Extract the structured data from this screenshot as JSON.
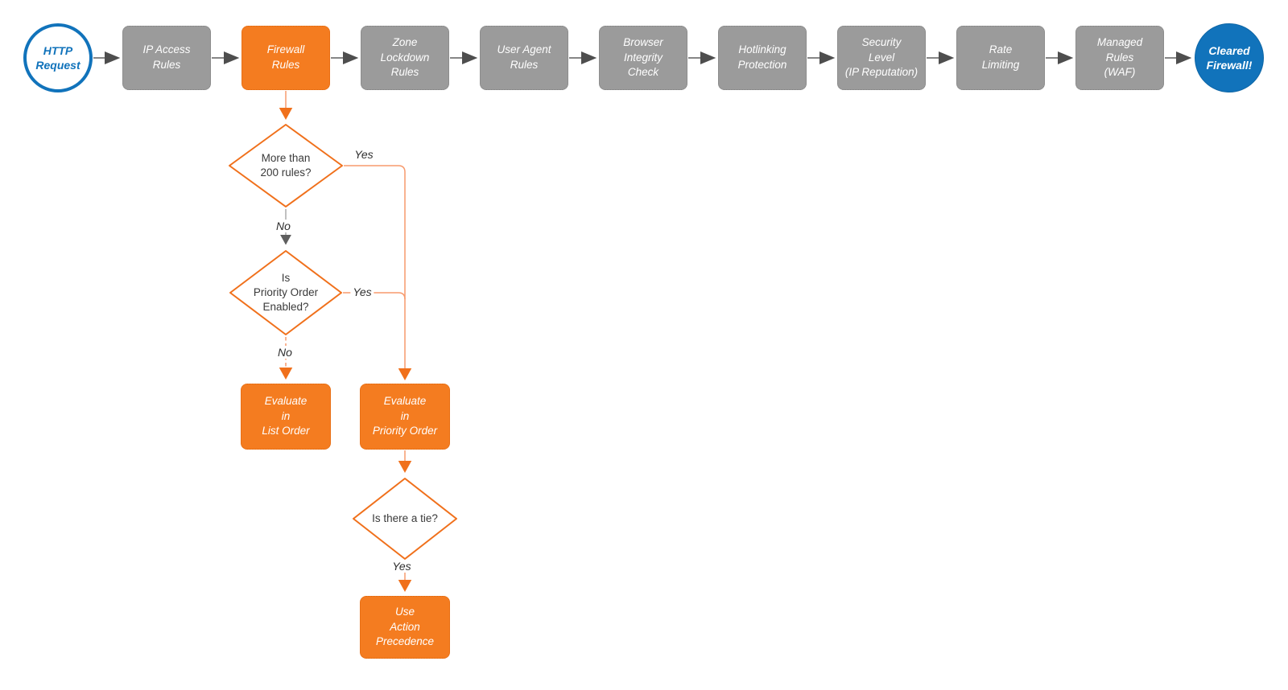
{
  "flow": {
    "start": {
      "label": "HTTP\nRequest"
    },
    "steps": [
      {
        "label": "IP Access\nRules"
      },
      {
        "label": "Firewall\nRules"
      },
      {
        "label": "Zone\nLockdown\nRules"
      },
      {
        "label": "User Agent\nRules"
      },
      {
        "label": "Browser\nIntegrity\nCheck"
      },
      {
        "label": "Hotlinking\nProtection"
      },
      {
        "label": "Security\nLevel\n(IP Reputation)"
      },
      {
        "label": "Rate\nLimiting"
      },
      {
        "label": "Managed\nRules\n(WAF)"
      }
    ],
    "end": {
      "label": "Cleared\nFirewall!"
    },
    "decisions": [
      {
        "label": "More than\n200 rules?"
      },
      {
        "label": "Is\nPriority Order\nEnabled?"
      },
      {
        "label": "Is there a tie?"
      }
    ],
    "actions": [
      {
        "label": "Evaluate\nin\nList Order"
      },
      {
        "label": "Evaluate\nin\nPriority Order"
      },
      {
        "label": "Use\nAction\nPrecedence"
      }
    ]
  },
  "edge_labels": {
    "d1_yes": "Yes",
    "d1_no": "No",
    "d2_yes": "Yes",
    "d2_no": "No",
    "d3_yes": "Yes"
  },
  "colors": {
    "accent_orange": "#f47c20",
    "arrowhead_orange": "#f0701b",
    "connector_orange": "#f79a6d",
    "node_gray": "#9b9b9b",
    "connector_gray": "#5f5f5f",
    "brand_blue": "#1173bb",
    "text_dark": "#3a3a3a",
    "text_white": "#ffffff"
  }
}
